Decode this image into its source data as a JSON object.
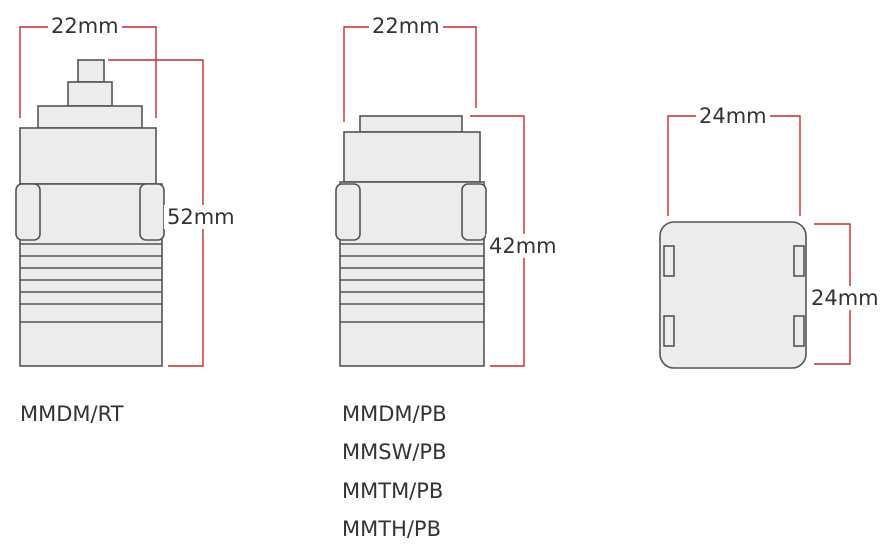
{
  "colors": {
    "dimension_line": "#cc2a2a",
    "outline": "#555555",
    "body_fill": "#ececec",
    "text": "#333333"
  },
  "products": [
    {
      "width_label": "22mm",
      "height_label": "52mm",
      "models": [
        "MMDM/RT"
      ]
    },
    {
      "width_label": "22mm",
      "height_label": "42mm",
      "models": [
        "MMDM/PB",
        "MMSW/PB",
        "MMTM/PB",
        "MMTH/PB"
      ]
    },
    {
      "width_label": "24mm",
      "height_label": "24mm",
      "models": []
    }
  ]
}
